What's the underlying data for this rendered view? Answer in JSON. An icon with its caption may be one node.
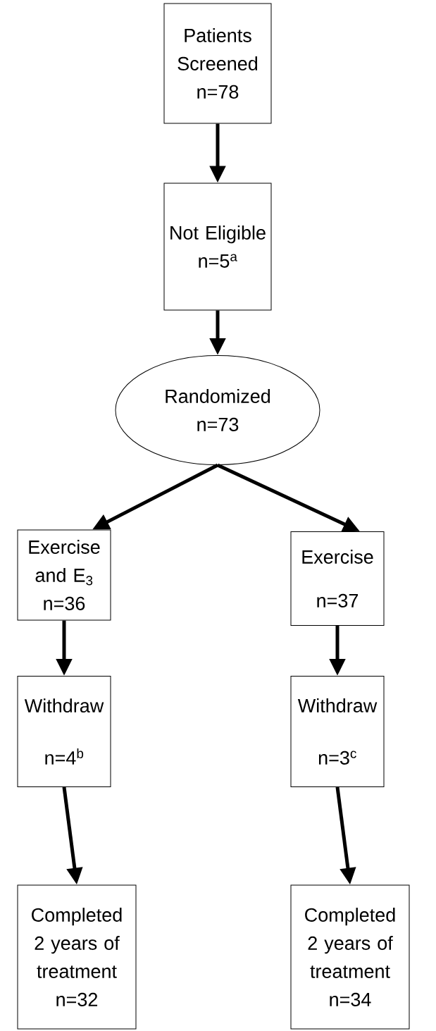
{
  "diagram": {
    "nodes": [
      {
        "text": [
          "Patients Screened",
          "n=78"
        ]
      },
      {
        "text": [
          "Not Eligible",
          "n=5$^{a}$"
        ]
      },
      {
        "text": [
          "Randomized",
          "n=73"
        ]
      },
      {
        "text": [
          "Exercise and E$_{3}$",
          "n=36"
        ]
      },
      {
        "text": [
          "Exercise",
          "n=37"
        ]
      },
      {
        "text": [
          "Withdraw",
          "n=4$^{b}$"
        ]
      },
      {
        "text": [
          "Withdraw",
          "n=3$^{c}$"
        ]
      },
      {
        "text": [
          "Completed 2 years of treatment",
          "n=32"
        ]
      },
      {
        "text": [
          "Completed 2 years of treatment",
          "n=34"
        ]
      }
    ],
    "edges": [
      {
        "from": 0,
        "to": 1,
        "arrow": "to"
      },
      {
        "from": 1,
        "to": 2,
        "arrow": "to"
      },
      {
        "from": 2,
        "to": 3,
        "arrow": "to"
      },
      {
        "from": 2,
        "to": 4,
        "arrow": "to"
      },
      {
        "from": 3,
        "to": 5,
        "arrow": "to"
      },
      {
        "from": 4,
        "to": 6,
        "arrow": "to"
      },
      {
        "from": 5,
        "to": 7,
        "arrow": "to"
      },
      {
        "from": 6,
        "to": 8,
        "arrow": "to"
      }
    ]
  }
}
